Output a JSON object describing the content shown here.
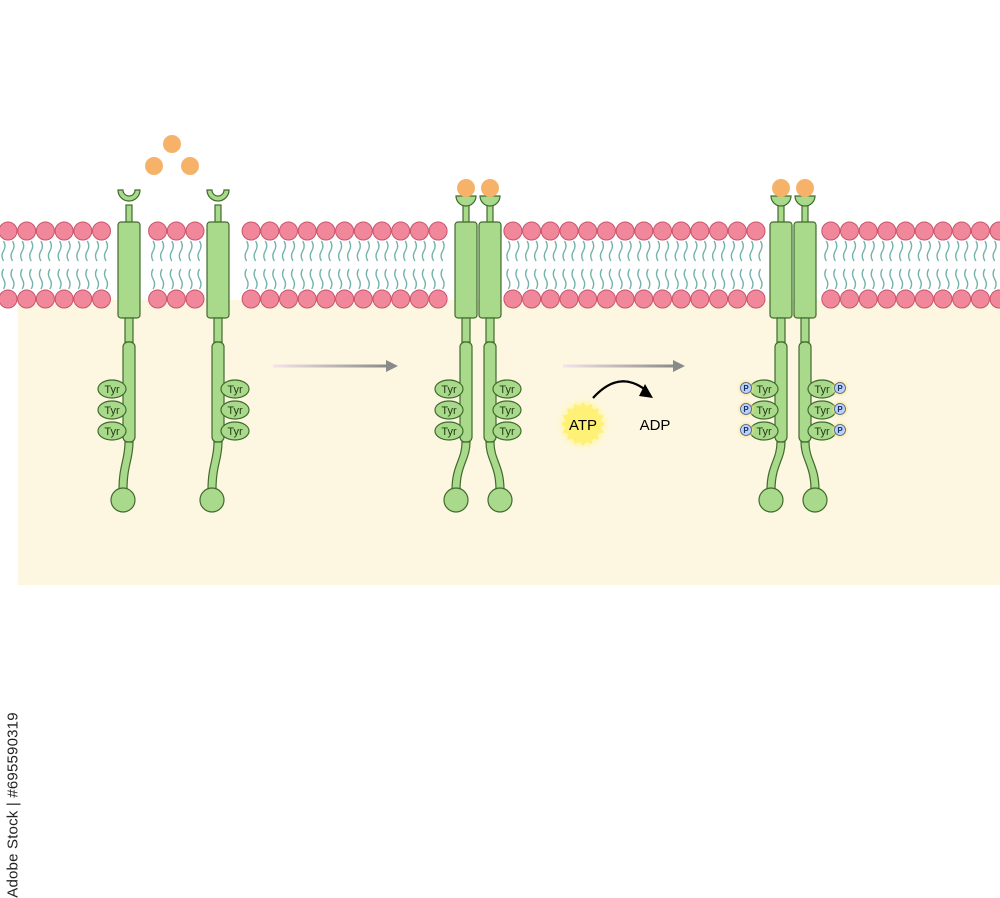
{
  "colors": {
    "background": "#ffffff",
    "cytoplasm": "#fdf7e1",
    "receptor_fill": "#a9d98a",
    "receptor_stroke": "#3f6b2c",
    "ligand": "#f7b26a",
    "head_group_fill": "#f0879a",
    "head_group_stroke": "#c9546a",
    "tail": "#74b3ad",
    "arrow": "#8a8a8a",
    "atp_glow": "#fff199",
    "phosphate_glow": "#ffe27a"
  },
  "labels": {
    "tyr": "Tyr",
    "atp": "ATP",
    "adp": "ADP",
    "phosphate": "P"
  },
  "stages": [
    {
      "name": "inactive-monomers",
      "ligand_bound": false,
      "dimer": false,
      "phosphorylated": false
    },
    {
      "name": "ligand-bound-dimer",
      "ligand_bound": true,
      "dimer": true,
      "phosphorylated": false
    },
    {
      "name": "autophosphorylated-dimer",
      "ligand_bound": true,
      "dimer": true,
      "phosphorylated": true
    }
  ],
  "tyrosines_per_receptor": 3,
  "free_ligands": 3,
  "watermark": {
    "text": "Adobe Stock | #695590319"
  }
}
